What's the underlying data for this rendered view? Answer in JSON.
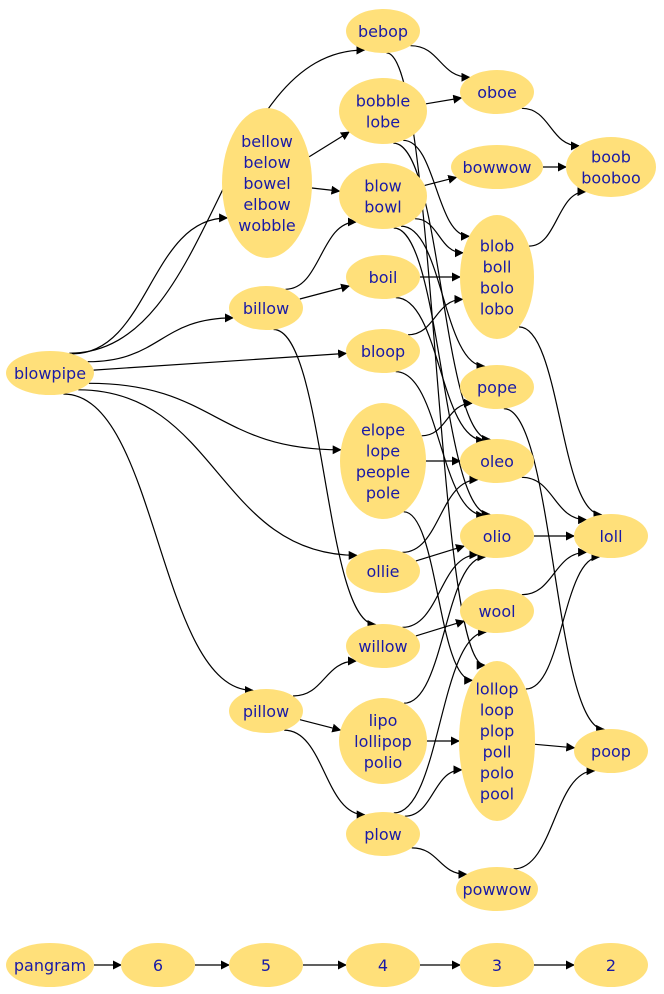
{
  "colors": {
    "node_fill": "#ffe07a",
    "node_text": "#1a1aa6",
    "edge": "#000000"
  },
  "nodes": {
    "blowpipe": [
      "blowpipe"
    ],
    "bebop": [
      "bebop"
    ],
    "bellow": [
      "bellow",
      "below",
      "bowel",
      "elbow",
      "wobble"
    ],
    "bobble": [
      "bobble",
      "lobe"
    ],
    "oboe": [
      "oboe"
    ],
    "blow": [
      "blow",
      "bowl"
    ],
    "bowwow": [
      "bowwow"
    ],
    "boob": [
      "boob",
      "booboo"
    ],
    "billow": [
      "billow"
    ],
    "boil": [
      "boil"
    ],
    "blob": [
      "blob",
      "boll",
      "bolo",
      "lobo"
    ],
    "bloop": [
      "bloop"
    ],
    "pope": [
      "pope"
    ],
    "elope": [
      "elope",
      "lope",
      "people",
      "pole"
    ],
    "oleo": [
      "oleo"
    ],
    "ollie": [
      "ollie"
    ],
    "olio": [
      "olio"
    ],
    "loll": [
      "loll"
    ],
    "willow": [
      "willow"
    ],
    "wool": [
      "wool"
    ],
    "pillow": [
      "pillow"
    ],
    "lipo": [
      "lipo",
      "lollipop",
      "polio"
    ],
    "lollop": [
      "lollop",
      "loop",
      "plop",
      "poll",
      "polo",
      "pool"
    ],
    "poop": [
      "poop"
    ],
    "plow": [
      "plow"
    ],
    "powwow": [
      "powwow"
    ],
    "pangram": [
      "pangram"
    ],
    "n6": [
      "6"
    ],
    "n5": [
      "5"
    ],
    "n4": [
      "4"
    ],
    "n3": [
      "3"
    ],
    "n2": [
      "2"
    ]
  },
  "edges": [
    [
      "blowpipe",
      "bebop"
    ],
    [
      "blowpipe",
      "bellow"
    ],
    [
      "blowpipe",
      "billow"
    ],
    [
      "blowpipe",
      "bloop"
    ],
    [
      "blowpipe",
      "elope"
    ],
    [
      "blowpipe",
      "ollie"
    ],
    [
      "blowpipe",
      "pillow"
    ],
    [
      "bellow",
      "bobble"
    ],
    [
      "bellow",
      "blow"
    ],
    [
      "bebop",
      "oboe"
    ],
    [
      "bebop",
      "lollop"
    ],
    [
      "bobble",
      "oboe"
    ],
    [
      "bobble",
      "blob"
    ],
    [
      "bobble",
      "oleo"
    ],
    [
      "blow",
      "bowwow"
    ],
    [
      "blow",
      "blob"
    ],
    [
      "blow",
      "pope"
    ],
    [
      "blow",
      "olio"
    ],
    [
      "oboe",
      "boob"
    ],
    [
      "bowwow",
      "boob"
    ],
    [
      "blob",
      "boob"
    ],
    [
      "blob",
      "loll"
    ],
    [
      "billow",
      "blow"
    ],
    [
      "billow",
      "boil"
    ],
    [
      "billow",
      "willow"
    ],
    [
      "boil",
      "blob"
    ],
    [
      "boil",
      "oleo"
    ],
    [
      "bloop",
      "blob"
    ],
    [
      "bloop",
      "olio"
    ],
    [
      "elope",
      "pope"
    ],
    [
      "elope",
      "oleo"
    ],
    [
      "elope",
      "lollop"
    ],
    [
      "pope",
      "poop"
    ],
    [
      "oleo",
      "loll"
    ],
    [
      "olio",
      "loll"
    ],
    [
      "wool",
      "loll"
    ],
    [
      "ollie",
      "oleo"
    ],
    [
      "ollie",
      "olio"
    ],
    [
      "willow",
      "olio"
    ],
    [
      "willow",
      "wool"
    ],
    [
      "pillow",
      "willow"
    ],
    [
      "pillow",
      "lipo"
    ],
    [
      "pillow",
      "plow"
    ],
    [
      "lipo",
      "olio"
    ],
    [
      "lipo",
      "lollop"
    ],
    [
      "lollop",
      "loll"
    ],
    [
      "lollop",
      "poop"
    ],
    [
      "plow",
      "wool"
    ],
    [
      "plow",
      "lollop"
    ],
    [
      "plow",
      "powwow"
    ],
    [
      "powwow",
      "poop"
    ],
    [
      "pangram",
      "n6"
    ],
    [
      "n6",
      "n5"
    ],
    [
      "n5",
      "n4"
    ],
    [
      "n4",
      "n3"
    ],
    [
      "n3",
      "n2"
    ]
  ]
}
